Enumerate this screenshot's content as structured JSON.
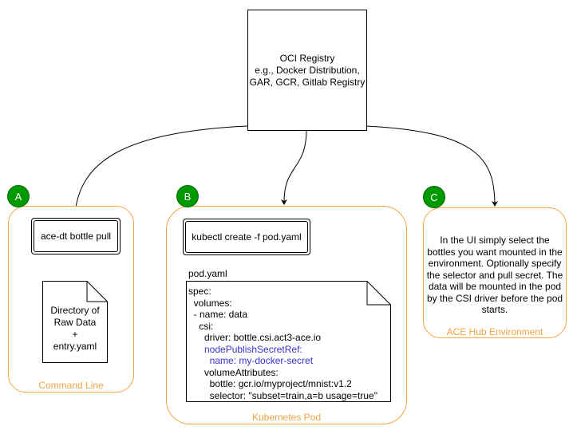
{
  "registry": {
    "lines": [
      "OCI Registry",
      "e.g., Docker Distribution,",
      "GAR, GCR, Gitlab Registry"
    ]
  },
  "groups": {
    "a": {
      "badge": "A",
      "command": "ace-dt bottle pull",
      "doc_lines": [
        "Directory of",
        "Raw Data",
        "+",
        "entry.yaml"
      ],
      "label": "Command Line"
    },
    "b": {
      "badge": "B",
      "command": "kubectl create -f pod.yaml",
      "file_title": "pod.yaml",
      "yaml": [
        {
          "text": "spec:",
          "highlight": false
        },
        {
          "text": "  volumes:",
          "highlight": false
        },
        {
          "text": "  - name: data",
          "highlight": false
        },
        {
          "text": "    csi:",
          "highlight": false
        },
        {
          "text": "      driver: bottle.csi.act3-ace.io",
          "highlight": false
        },
        {
          "text": "      nodePublishSecretRef:",
          "highlight": true
        },
        {
          "text": "        name: my-docker-secret",
          "highlight": true
        },
        {
          "text": "      volumeAttributes:",
          "highlight": false
        },
        {
          "text": "        bottle: gcr.io/myproject/mnist:v1.2",
          "highlight": false
        },
        {
          "text": "        selector: \"subset=train,a=b usage=true\"",
          "highlight": false
        }
      ],
      "label": "Kubernetes Pod"
    },
    "c": {
      "badge": "C",
      "description_lines": [
        "In the UI simply select the",
        "bottles you want mounted in the",
        "environment.  Optionally specify",
        "the selector and pull secret.  The",
        "data will be mounted in the pod",
        "by the CSI driver before the pod",
        "starts."
      ],
      "label": "ACE Hub Environment"
    }
  },
  "colors": {
    "group_border": "#f5a445",
    "badge_fill": "#009900",
    "highlight_text": "#3333cc"
  }
}
